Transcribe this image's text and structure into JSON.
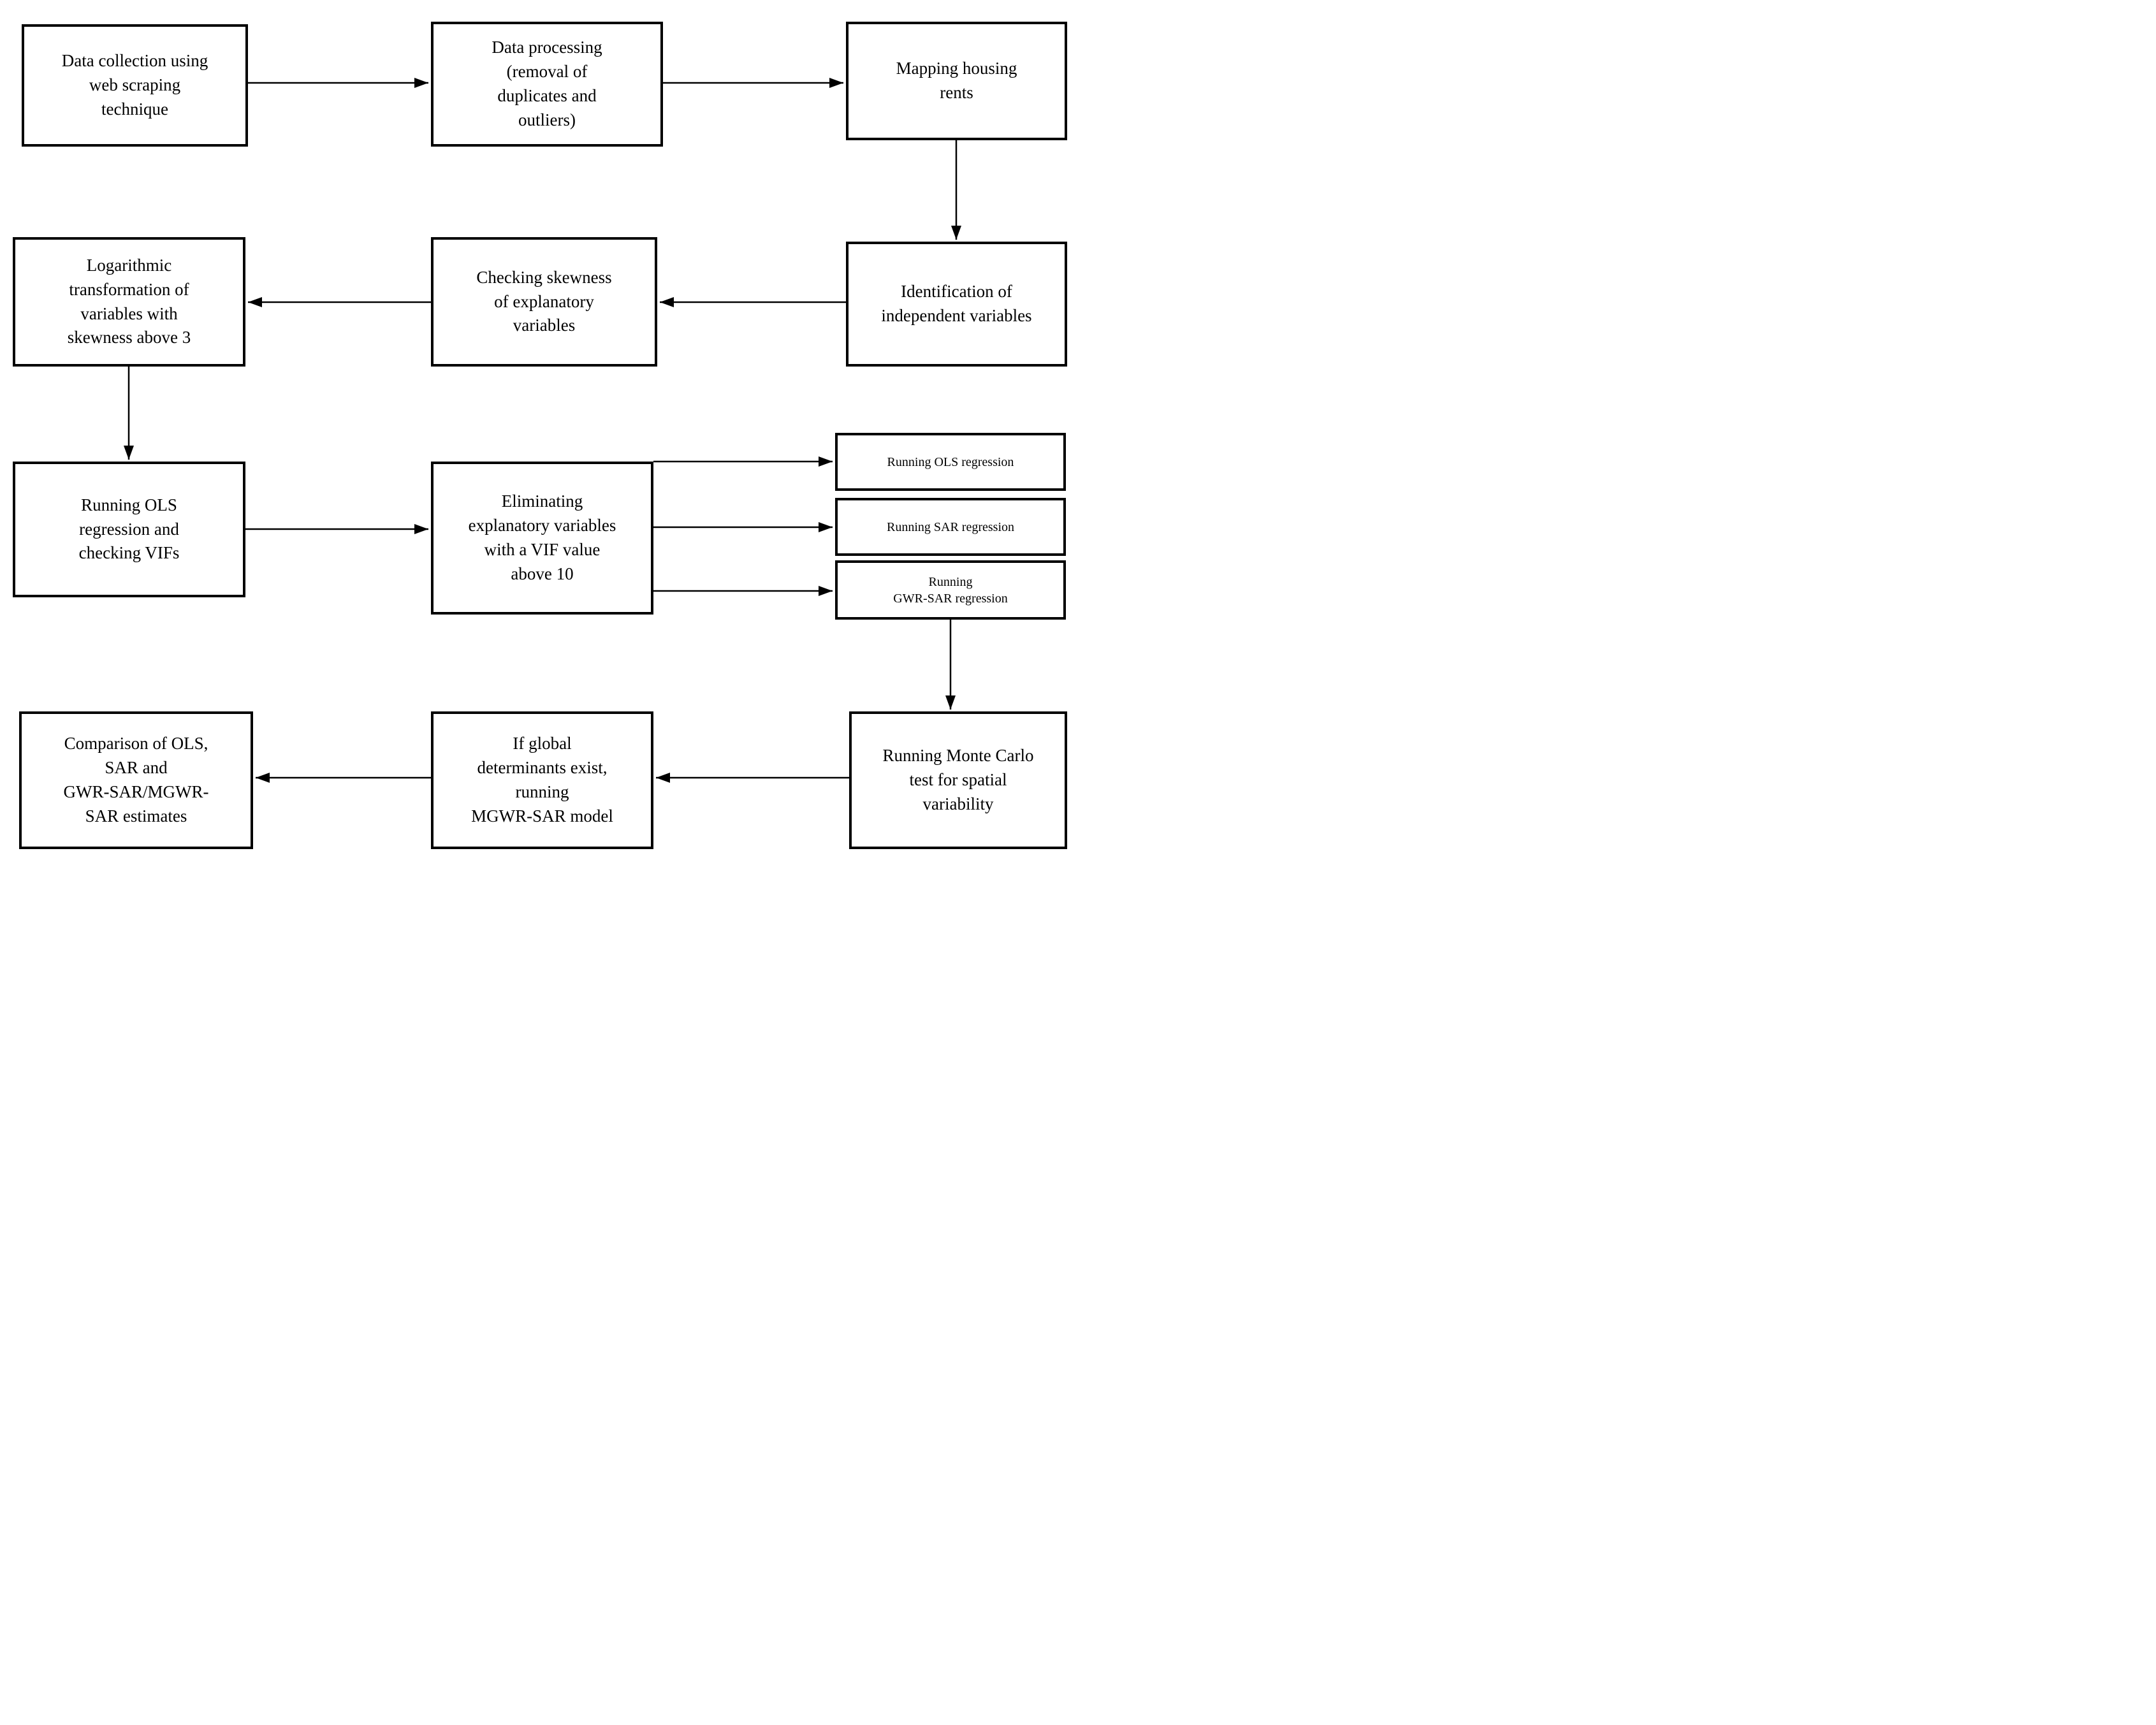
{
  "diagram": {
    "type": "flowchart",
    "background_color": "#ffffff",
    "box_border_color": "#000000",
    "arrow_color": "#000000",
    "text_color": "#000000",
    "nodes": [
      {
        "id": "data-collection",
        "label": "Data collection using\nweb scraping\ntechnique"
      },
      {
        "id": "data-processing",
        "label": "Data processing\n(removal of\nduplicates and\noutliers)"
      },
      {
        "id": "mapping-rents",
        "label": "Mapping housing\nrents"
      },
      {
        "id": "log-transformation",
        "label": "Logarithmic\ntransformation of\nvariables with\nskewness above 3"
      },
      {
        "id": "checking-skewness",
        "label": "Checking skewness\nof explanatory\nvariables"
      },
      {
        "id": "identification",
        "label": "Identification of\nindependent variables"
      },
      {
        "id": "ols-vifs",
        "label": "Running OLS\nregression and\nchecking VIFs"
      },
      {
        "id": "eliminating-vif",
        "label": "Eliminating\nexplanatory variables\nwith a VIF value\nabove 10"
      },
      {
        "id": "running-ols",
        "label": "Running OLS regression"
      },
      {
        "id": "running-sar",
        "label": "Running SAR regression"
      },
      {
        "id": "running-gwr-sar",
        "label": "Running\nGWR-SAR regression"
      },
      {
        "id": "comparison",
        "label": "Comparison of OLS,\nSAR and\nGWR-SAR/MGWR-\nSAR estimates"
      },
      {
        "id": "mgwr-sar-model",
        "label": "If global\ndeterminants exist,\nrunning\nMGWR-SAR model"
      },
      {
        "id": "monte-carlo",
        "label": "Running Monte Carlo\ntest for spatial\nvariability"
      }
    ],
    "edges": [
      {
        "from": "data-collection",
        "to": "data-processing"
      },
      {
        "from": "data-processing",
        "to": "mapping-rents"
      },
      {
        "from": "mapping-rents",
        "to": "identification"
      },
      {
        "from": "identification",
        "to": "checking-skewness"
      },
      {
        "from": "checking-skewness",
        "to": "log-transformation"
      },
      {
        "from": "log-transformation",
        "to": "ols-vifs"
      },
      {
        "from": "ols-vifs",
        "to": "eliminating-vif"
      },
      {
        "from": "eliminating-vif",
        "to": "running-ols"
      },
      {
        "from": "eliminating-vif",
        "to": "running-sar"
      },
      {
        "from": "eliminating-vif",
        "to": "running-gwr-sar"
      },
      {
        "from": "running-gwr-sar",
        "to": "monte-carlo"
      },
      {
        "from": "monte-carlo",
        "to": "mgwr-sar-model"
      },
      {
        "from": "mgwr-sar-model",
        "to": "comparison"
      }
    ]
  }
}
